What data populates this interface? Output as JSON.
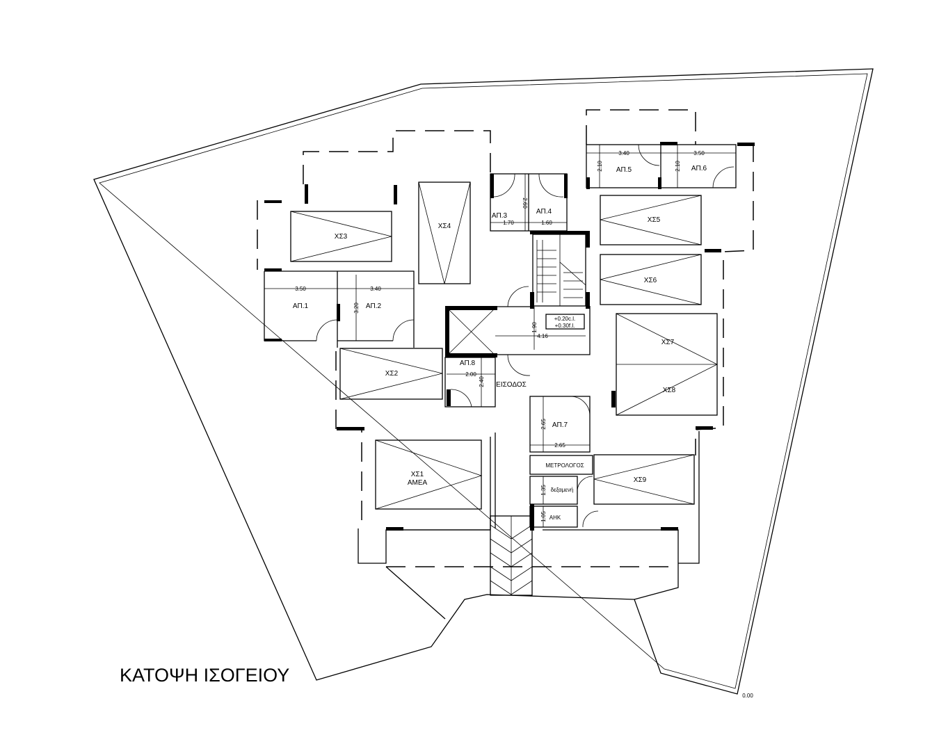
{
  "title": "ΚΑΤΟΨΗ ΙΣΟΓΕΙΟΥ",
  "level_mark": "0.00",
  "parking": {
    "xs1": "ΧΣ1",
    "xs1_note": "ΑΜΕΑ",
    "xs2": "ΧΣ2",
    "xs3": "ΧΣ3",
    "xs4": "ΧΣ4",
    "xs5": "ΧΣ5",
    "xs6": "ΧΣ6",
    "xs7": "ΧΣ7",
    "xs8": "ΧΣ8",
    "xs9": "ΧΣ9"
  },
  "storage": {
    "ap1": "ΑΠ.1",
    "ap2": "ΑΠ.2",
    "ap3": "ΑΠ.3",
    "ap4": "ΑΠ.4",
    "ap5": "ΑΠ.5",
    "ap6": "ΑΠ.6",
    "ap7": "ΑΠ.7",
    "ap8": "ΑΠ.8"
  },
  "rooms": {
    "entrance": "ΕΙΣΟΔΟΣ",
    "meter": "ΜΕΤΡΟΛΟΓΟΣ",
    "tank": "δεξαμενή",
    "ahk": "ΑΗΚ",
    "level_1": "+0.20c.l.",
    "level_2": "+0.30f.l."
  },
  "dimensions": {
    "ap1_w": "3.50",
    "ap2_w": "3.40",
    "ap12_h": "3.20",
    "ap3_w": "1.70",
    "ap4_w": "1.60",
    "ap34_h": "2.60",
    "ap5_w": "3.40",
    "ap6_w": "3.50",
    "ap5_h": "2.10",
    "ap6_h": "2.10",
    "ap8_w": "2.00",
    "ap8_h": "2.40",
    "lobby_w": "4.16",
    "lobby_h": "1.90",
    "ap7_w": "2.65",
    "ap7_h": "2.65",
    "tank_h": "1.35",
    "ahk_h": "1.05"
  }
}
